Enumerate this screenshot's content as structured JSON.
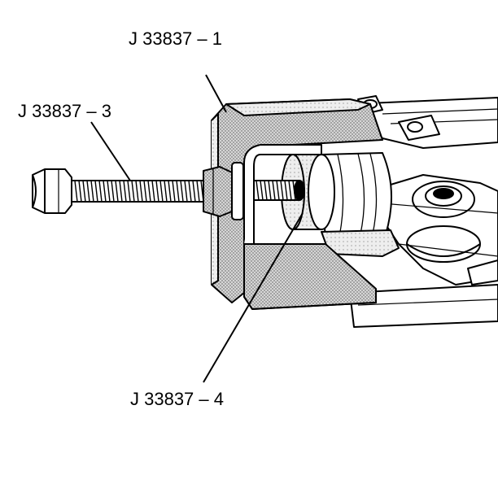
{
  "labels": {
    "tool_1": "J 33837 – 1",
    "tool_3": "J 33837 – 3",
    "tool_4": "J 33837 – 4"
  },
  "colors": {
    "ink": "#000000",
    "paper": "#ffffff",
    "shade": "#b8b8b8"
  }
}
